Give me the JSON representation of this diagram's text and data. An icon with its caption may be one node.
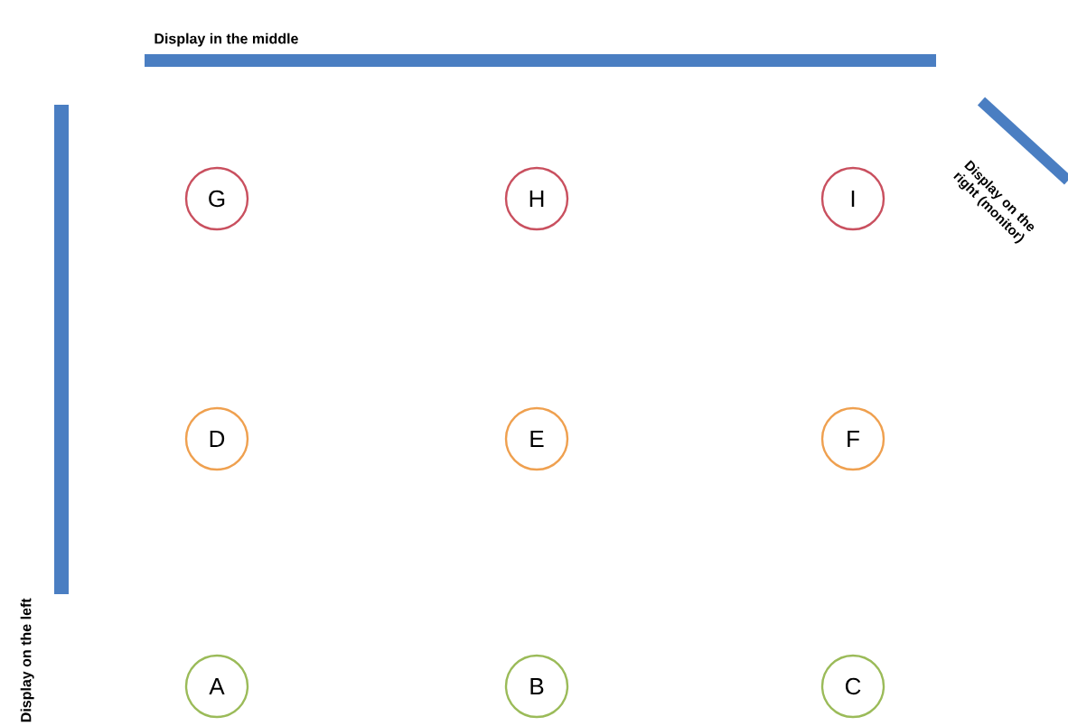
{
  "diagram": {
    "nodes": [
      {
        "text": [
          "Display in the middle"
        ]
      },
      {
        "text": [
          "Display on the left"
        ]
      },
      {
        "text": [
          "Display on the right (monitor)"
        ]
      },
      {
        "text": [
          "G"
        ]
      },
      {
        "text": [
          "H"
        ]
      },
      {
        "text": [
          "I"
        ]
      },
      {
        "text": [
          "D"
        ]
      },
      {
        "text": [
          "E"
        ]
      },
      {
        "text": [
          "F"
        ]
      },
      {
        "text": [
          "A"
        ]
      },
      {
        "text": [
          "B"
        ]
      },
      {
        "text": [
          "C"
        ]
      }
    ]
  }
}
